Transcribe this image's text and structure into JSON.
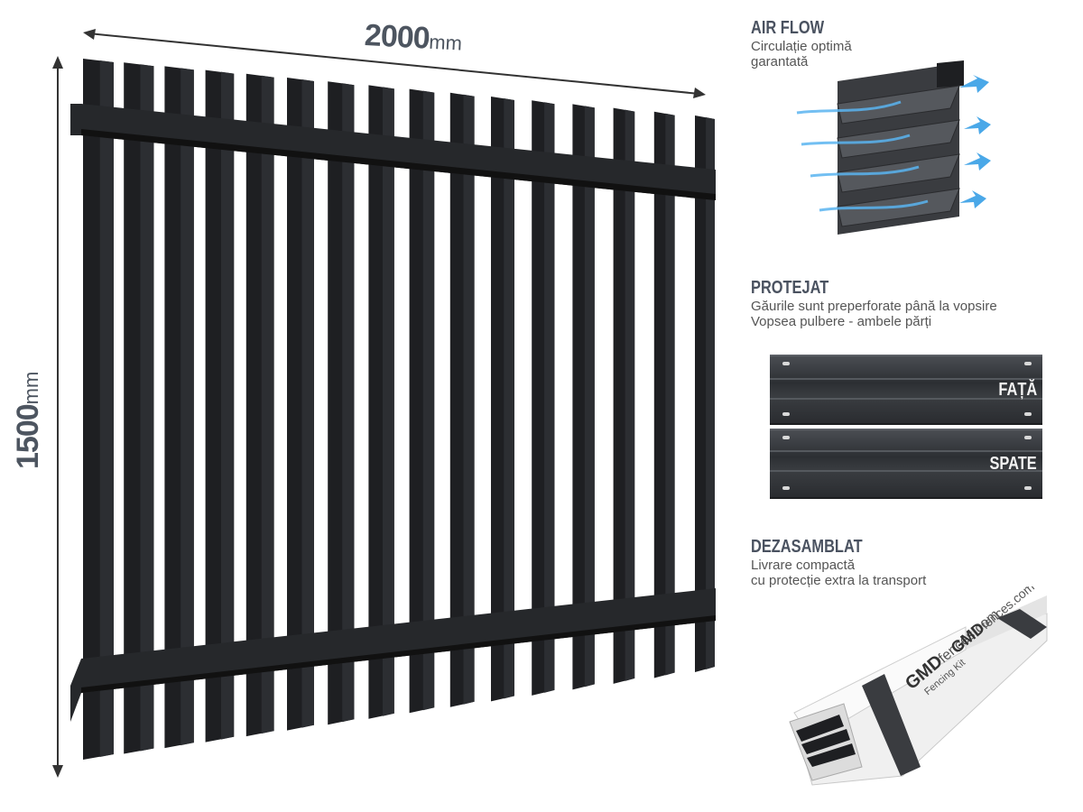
{
  "dimensions": {
    "width_value": "2000",
    "width_unit": "mm",
    "height_value": "1500",
    "height_unit": "mm"
  },
  "features": [
    {
      "title": "AIR FLOW",
      "lines": [
        "Circulație optimă",
        "garantată"
      ]
    },
    {
      "title": "PROTEJAT",
      "lines": [
        "Găurile sunt preperforate până la vopsire",
        "Vopsea pulbere - ambele părți"
      ]
    },
    {
      "title": "DEZASAMBLAT",
      "lines": [
        "Livrare compactă",
        "cu protecție extra la transport"
      ]
    }
  ],
  "panels": {
    "front_label": "FAȚĂ",
    "back_label": "SPATE"
  },
  "package": {
    "brand": "GMD",
    "site": "fences.com",
    "kit_label": "Fencing Kit"
  },
  "colors": {
    "fence": "#1e1f22",
    "accent_text": "#4a5260",
    "airflow": "#4aa8e8"
  }
}
